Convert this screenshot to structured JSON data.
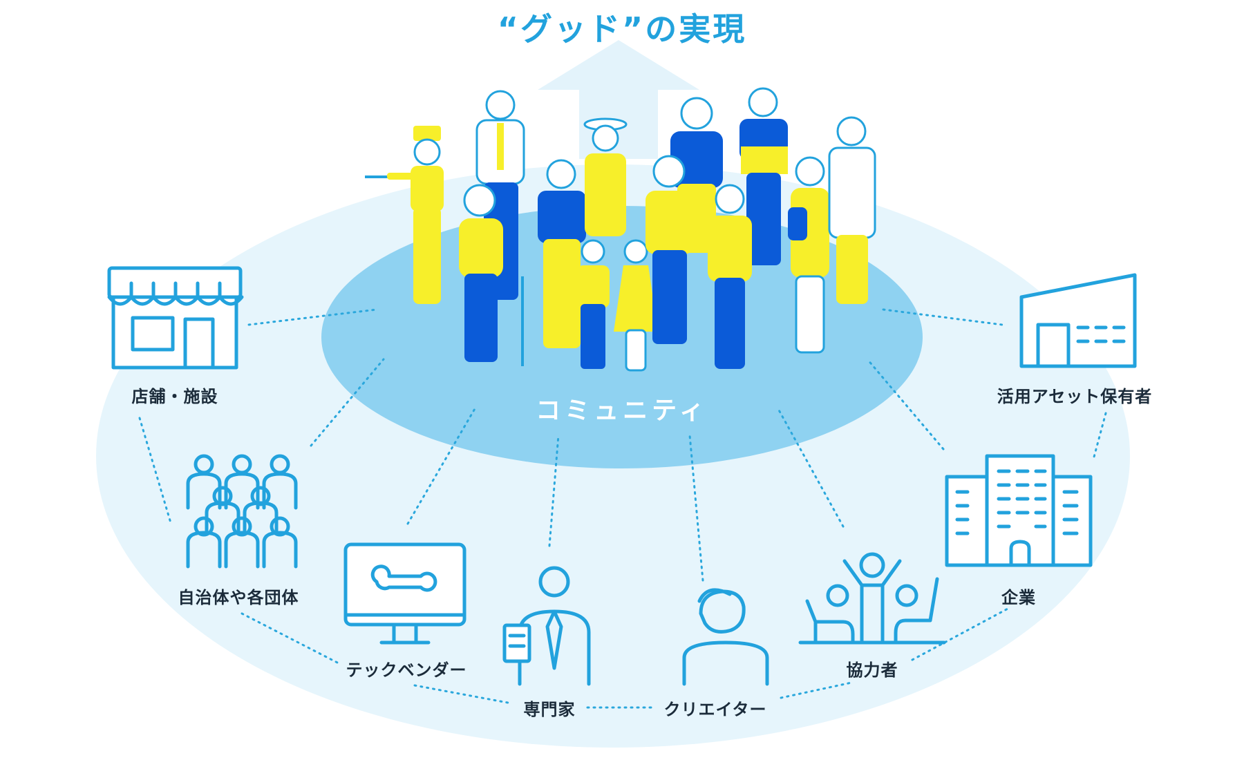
{
  "title": "“グッド”の実現",
  "center": {
    "label": "コミュニティ"
  },
  "stakeholders": [
    {
      "id": "store",
      "label": "店舗・施設",
      "icon": "store-icon"
    },
    {
      "id": "asset",
      "label": "活用アセット保有者",
      "icon": "building-icon"
    },
    {
      "id": "gov",
      "label": "自治体や各団体",
      "icon": "group-icon"
    },
    {
      "id": "tech",
      "label": "テックベンダー",
      "icon": "monitor-wrench-icon"
    },
    {
      "id": "expert",
      "label": "専門家",
      "icon": "expert-icon"
    },
    {
      "id": "creator",
      "label": "クリエイター",
      "icon": "creator-icon"
    },
    {
      "id": "supporter",
      "label": "協力者",
      "icon": "cheering-people-icon"
    },
    {
      "id": "company",
      "label": "企業",
      "icon": "office-tower-icon"
    }
  ],
  "colors": {
    "accent": "#22a2dd",
    "outer_ellipse": "#e6f5fc",
    "inner_ellipse": "#8fd2f1",
    "arrow": "#e3f3fb",
    "figure_yellow": "#f7ef2a",
    "figure_blue": "#0b5bd8"
  }
}
